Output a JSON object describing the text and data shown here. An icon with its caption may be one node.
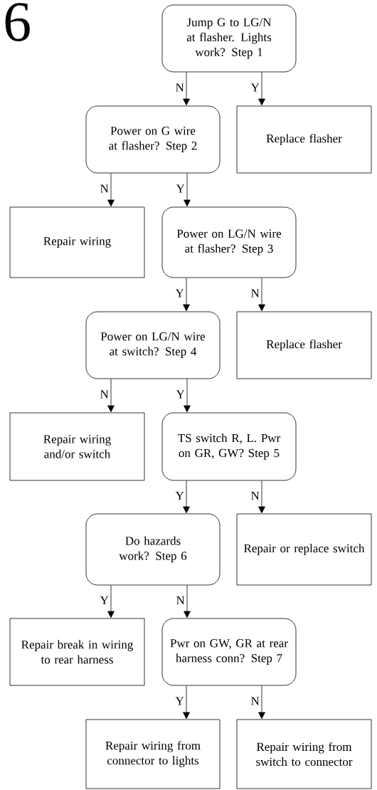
{
  "diagram": {
    "nodes": [
      {
        "text": [
          "Jump G to LG/N at flasher. Lights work? Step 1"
        ]
      },
      {
        "text": [
          "Power on G wire at flasher? Step 2"
        ]
      },
      {
        "text": [
          "Replace flasher"
        ]
      },
      {
        "text": [
          "Repair wiring"
        ]
      },
      {
        "text": [
          "Power on LG/N wire at flasher? Step 3"
        ]
      },
      {
        "text": [
          "Power on LG/N wire at switch? Step 4"
        ]
      },
      {
        "text": [
          "Replace flasher"
        ]
      },
      {
        "text": [
          "Repair wiring and/or switch"
        ]
      },
      {
        "text": [
          "TS switch R, L. Pwr on GR, GW? Step 5"
        ]
      },
      {
        "text": [
          "Do hazards work? Step 6"
        ]
      },
      {
        "text": [
          "Repair or replace switch"
        ]
      },
      {
        "text": [
          "Repair break in wiring to rear harness"
        ]
      },
      {
        "text": [
          "Pwr on GW, GR at rear harness conn? Step 7"
        ]
      },
      {
        "text": [
          "Repair wiring from connector to lights"
        ]
      },
      {
        "text": [
          "Repair wiring from switch to connector"
        ]
      }
    ],
    "edges": [
      {
        "from": 0,
        "to": 1,
        "arrow": "to",
        "label": "N"
      },
      {
        "from": 0,
        "to": 2,
        "arrow": "to",
        "label": "Y"
      },
      {
        "from": 1,
        "to": 3,
        "arrow": "to",
        "label": "N"
      },
      {
        "from": 1,
        "to": 4,
        "arrow": "to",
        "label": "Y"
      },
      {
        "from": 4,
        "to": 5,
        "arrow": "to",
        "label": "Y"
      },
      {
        "from": 4,
        "to": 6,
        "arrow": "to",
        "label": "N"
      },
      {
        "from": 5,
        "to": 7,
        "arrow": "to",
        "label": "N"
      },
      {
        "from": 5,
        "to": 8,
        "arrow": "to",
        "label": "Y"
      },
      {
        "from": 8,
        "to": 9,
        "arrow": "to",
        "label": "Y"
      },
      {
        "from": 8,
        "to": 10,
        "arrow": "to",
        "label": "N"
      },
      {
        "from": 9,
        "to": 11,
        "arrow": "to",
        "label": "Y"
      },
      {
        "from": 9,
        "to": 12,
        "arrow": "to",
        "label": "N"
      },
      {
        "from": 12,
        "to": 13,
        "arrow": "to",
        "label": "Y"
      },
      {
        "from": 12,
        "to": 14,
        "arrow": "to",
        "label": "N"
      }
    ],
    "labels": [
      "6"
    ]
  }
}
